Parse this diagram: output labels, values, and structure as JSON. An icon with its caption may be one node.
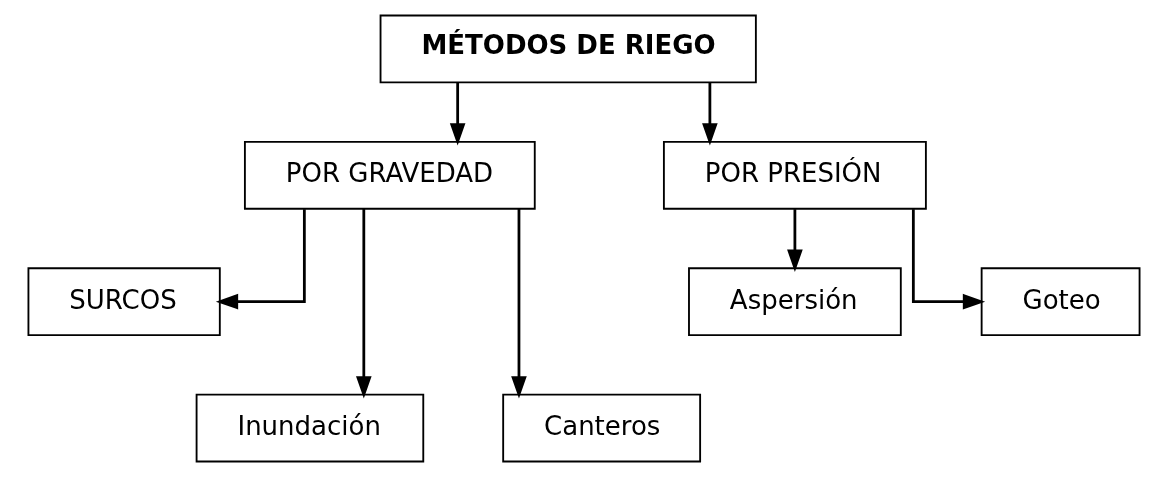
{
  "diagram": {
    "nodes": [
      {
        "text": [
          "MÉTODOS DE RIEGO"
        ]
      },
      {
        "text": [
          "POR GRAVEDAD"
        ]
      },
      {
        "text": [
          "POR PRESIÓN"
        ]
      },
      {
        "text": [
          "SURCOS"
        ]
      },
      {
        "text": [
          "Inundación"
        ]
      },
      {
        "text": [
          "Canteros"
        ]
      },
      {
        "text": [
          "Aspersión"
        ]
      },
      {
        "text": [
          "Goteo"
        ]
      }
    ],
    "edges": [
      {
        "from": 0,
        "to": 1,
        "arrow": "to"
      },
      {
        "from": 0,
        "to": 2,
        "arrow": "to"
      },
      {
        "from": 1,
        "to": 4,
        "arrow": "to"
      },
      {
        "from": 1,
        "to": 3,
        "arrow": "to"
      },
      {
        "from": 1,
        "to": 5,
        "arrow": "to"
      },
      {
        "from": 2,
        "to": 6,
        "arrow": "to"
      },
      {
        "from": 2,
        "to": 7,
        "arrow": "to"
      }
    ]
  }
}
